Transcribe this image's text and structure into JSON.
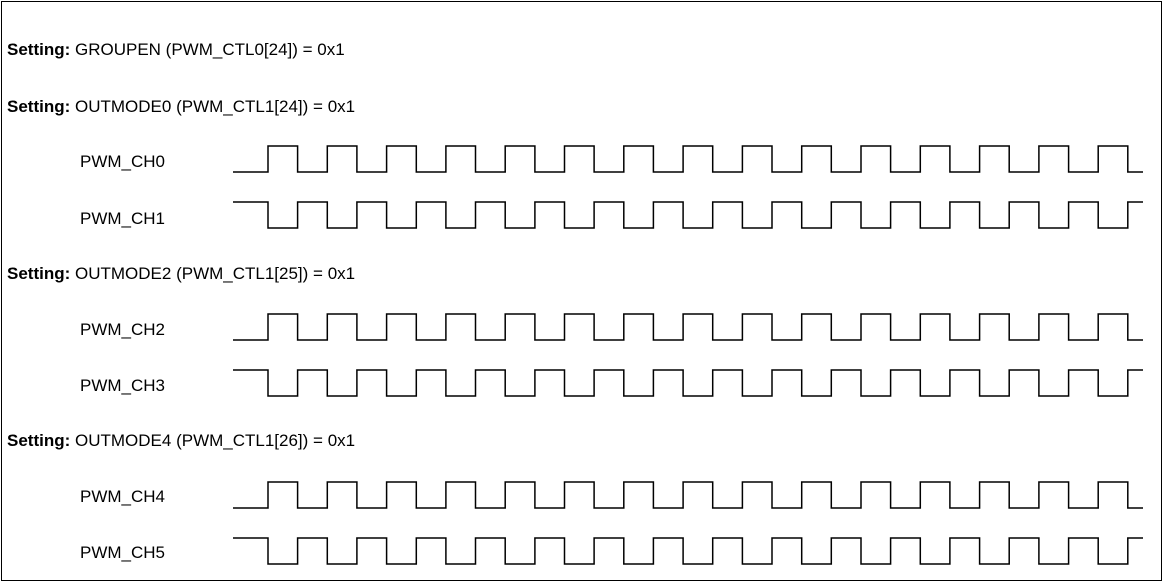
{
  "settings": [
    {
      "keyword": "Setting:",
      "text": " GROUPEN (PWM_CTL0[24]) = 0x1"
    },
    {
      "keyword": "Setting:",
      "text": " OUTMODE0 (PWM_CTL1[24]) = 0x1"
    },
    {
      "keyword": "Setting:",
      "text": " OUTMODE2 (PWM_CTL1[25]) = 0x1"
    },
    {
      "keyword": "Setting:",
      "text": " OUTMODE4 (PWM_CTL1[26]) = 0x1"
    }
  ],
  "channels": [
    {
      "label": "PWM_CH0",
      "starts": "low"
    },
    {
      "label": "PWM_CH1",
      "starts": "high"
    },
    {
      "label": "PWM_CH2",
      "starts": "low"
    },
    {
      "label": "PWM_CH3",
      "starts": "high"
    },
    {
      "label": "PWM_CH4",
      "starts": "low"
    },
    {
      "label": "PWM_CH5",
      "starts": "high"
    }
  ],
  "waveform": {
    "periods": 15,
    "duty": 0.5,
    "color": "#000000"
  }
}
